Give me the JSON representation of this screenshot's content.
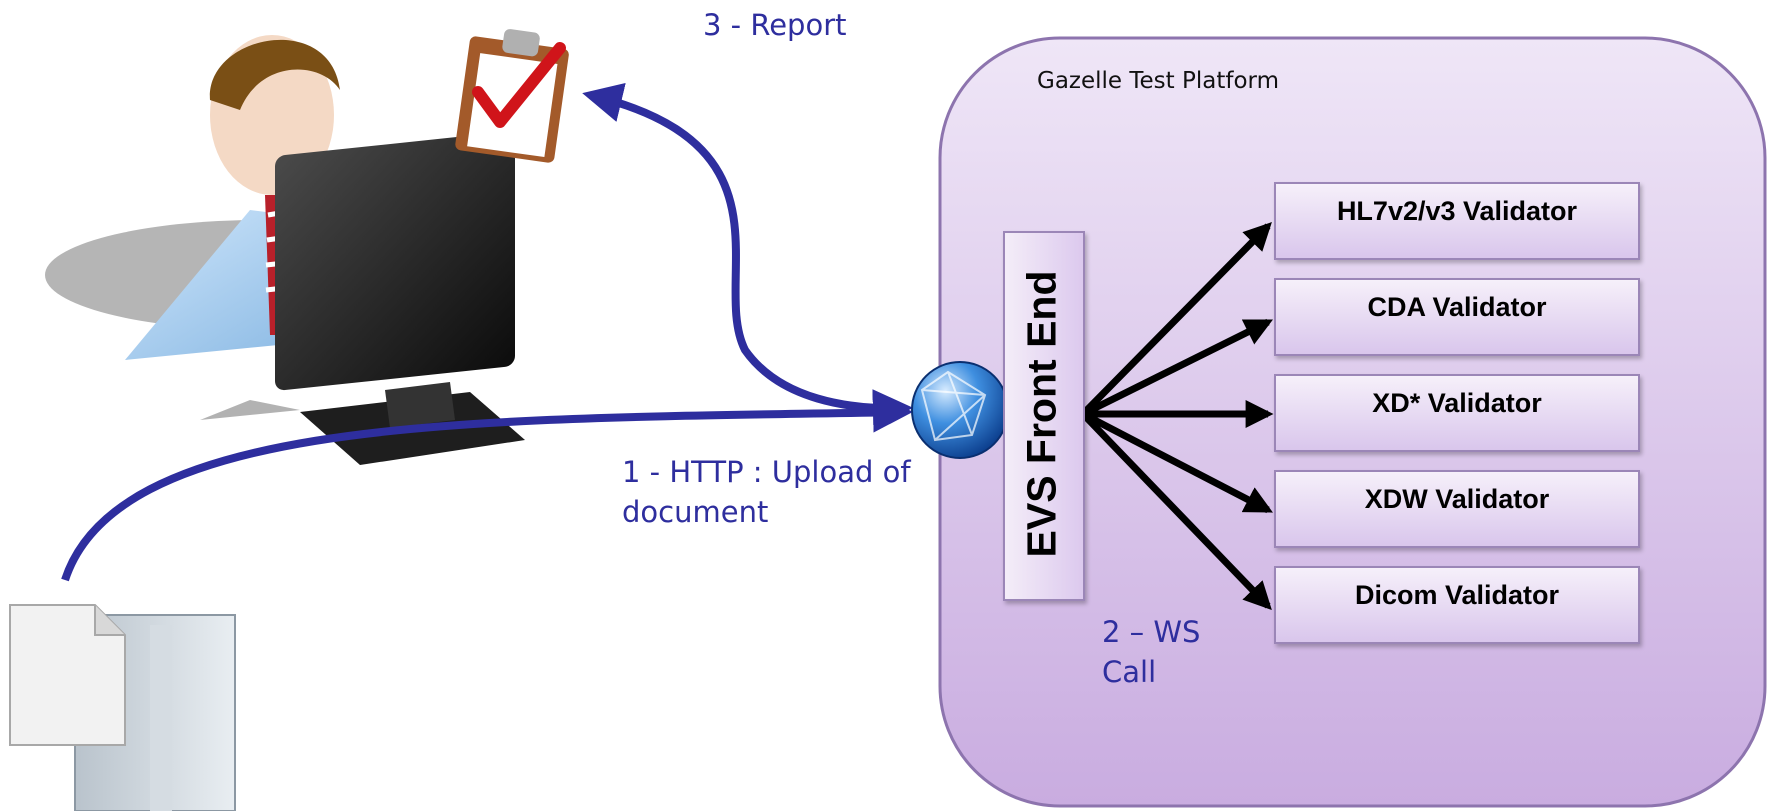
{
  "labels": {
    "report": "3 - Report",
    "upload": "1 - HTTP : Upload of\ndocument",
    "ws_call": "2 – WS\nCall"
  },
  "platform": {
    "title": "Gazelle Test Platform",
    "front_end": "EVS Front End",
    "validators": [
      "HL7v2/v3 Validator",
      "CDA Validator",
      "XD* Validator",
      "XDW Validator",
      "Dicom Validator"
    ]
  },
  "icons": {
    "user": "user-at-computer-icon",
    "report": "clipboard-checkmark-icon",
    "server": "server-with-document-icon",
    "globe": "globe-icon"
  },
  "colors": {
    "arrow": "#2e2e9e",
    "label": "#2e2e9e",
    "platform_fill_top": "#efe6f7",
    "platform_fill_bottom": "#c9ace0",
    "platform_border": "#8d74ae",
    "validator_fill": "#e4d4f1"
  }
}
